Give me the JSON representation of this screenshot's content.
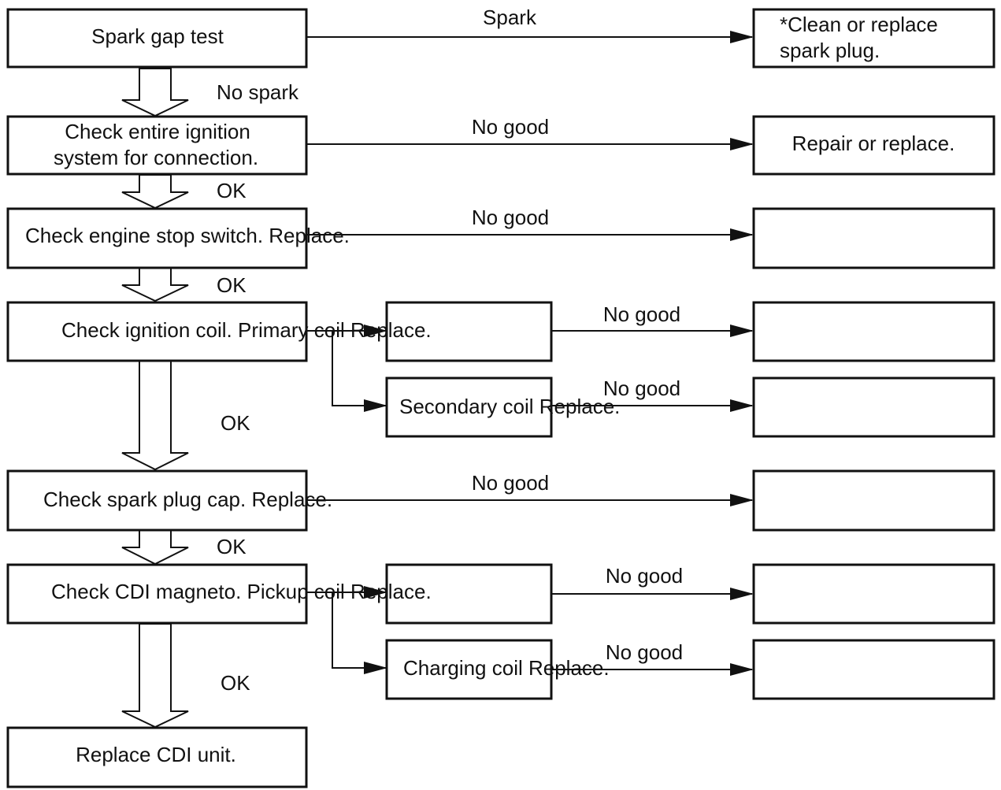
{
  "flowchart": {
    "nodes": {
      "spark_gap_test": "Spark gap test",
      "clean_replace_line1": "*Clean or replace",
      "clean_replace_line2": "spark plug.",
      "check_ignition_system_line1": "Check entire ignition",
      "check_ignition_system_line2": "system for connection.",
      "repair_or_replace": "Repair or replace.",
      "check_engine_stop_switch": "Check engine stop switch. Replace.",
      "check_ignition_coil_primary": "Check ignition coil. Primary coil Replace.",
      "secondary_coil": "Secondary coil Replace.",
      "check_spark_plug_cap": "Check spark plug cap. Replace.",
      "check_cdi_magneto_pickup": "Check CDI magneto. Pickup coil Replace.",
      "charging_coil": "Charging coil Replace.",
      "replace_cdi_unit": "Replace CDI unit."
    },
    "edge_labels": {
      "spark": "Spark",
      "no_spark": "No spark",
      "no_good_1": "No good",
      "no_good_2": "No good",
      "no_good_3": "No good",
      "no_good_4": "No good",
      "no_good_5": "No good",
      "no_good_6": "No good",
      "no_good_7": "No good",
      "ok_1": "OK",
      "ok_2": "OK",
      "ok_3": "OK",
      "ok_4": "OK",
      "ok_5": "OK"
    }
  }
}
